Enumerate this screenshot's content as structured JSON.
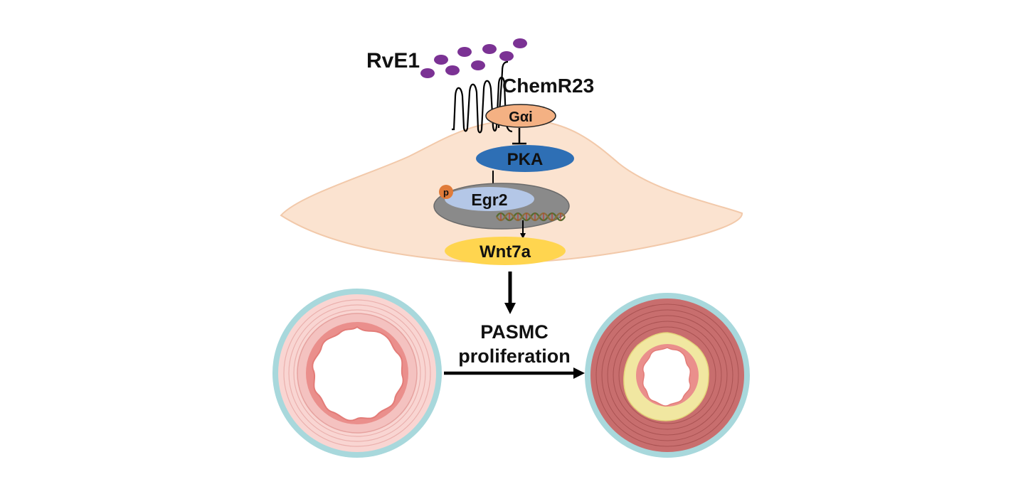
{
  "labels": {
    "ligand": "RvE1",
    "receptor": "ChemR23",
    "g_protein": "Gαi",
    "kinase": "PKA",
    "phospho": "p",
    "transcription_factor": "Egr2",
    "target_gene": "Wnt7a",
    "outcome_line1": "PASMC",
    "outcome_line2": "proliferation"
  },
  "colors": {
    "ligand_dots": "#7b3294",
    "cell_body": "#fbe3d0",
    "cell_border": "#f2c9aa",
    "g_protein": "#f4b183",
    "kinase": "#2e6fb5",
    "nucleus": "#8a8a8a",
    "transcription_factor": "#b4c7e7",
    "phospho": "#e07b39",
    "target_gene": "#ffd54f",
    "vessel_ring": "#a8d8dc",
    "normal_vessel": "#f4c2c0",
    "remodeled_vessel": "#c86e6e",
    "neointima": "#f1e7a1"
  },
  "icons": {
    "inhibition": "t-bar-inhibition-icon",
    "activation": "arrow-icon",
    "dna": "dna-helix-icon",
    "normal_artery": "normal-artery-cross-section",
    "remodeled_artery": "remodeled-artery-cross-section"
  }
}
